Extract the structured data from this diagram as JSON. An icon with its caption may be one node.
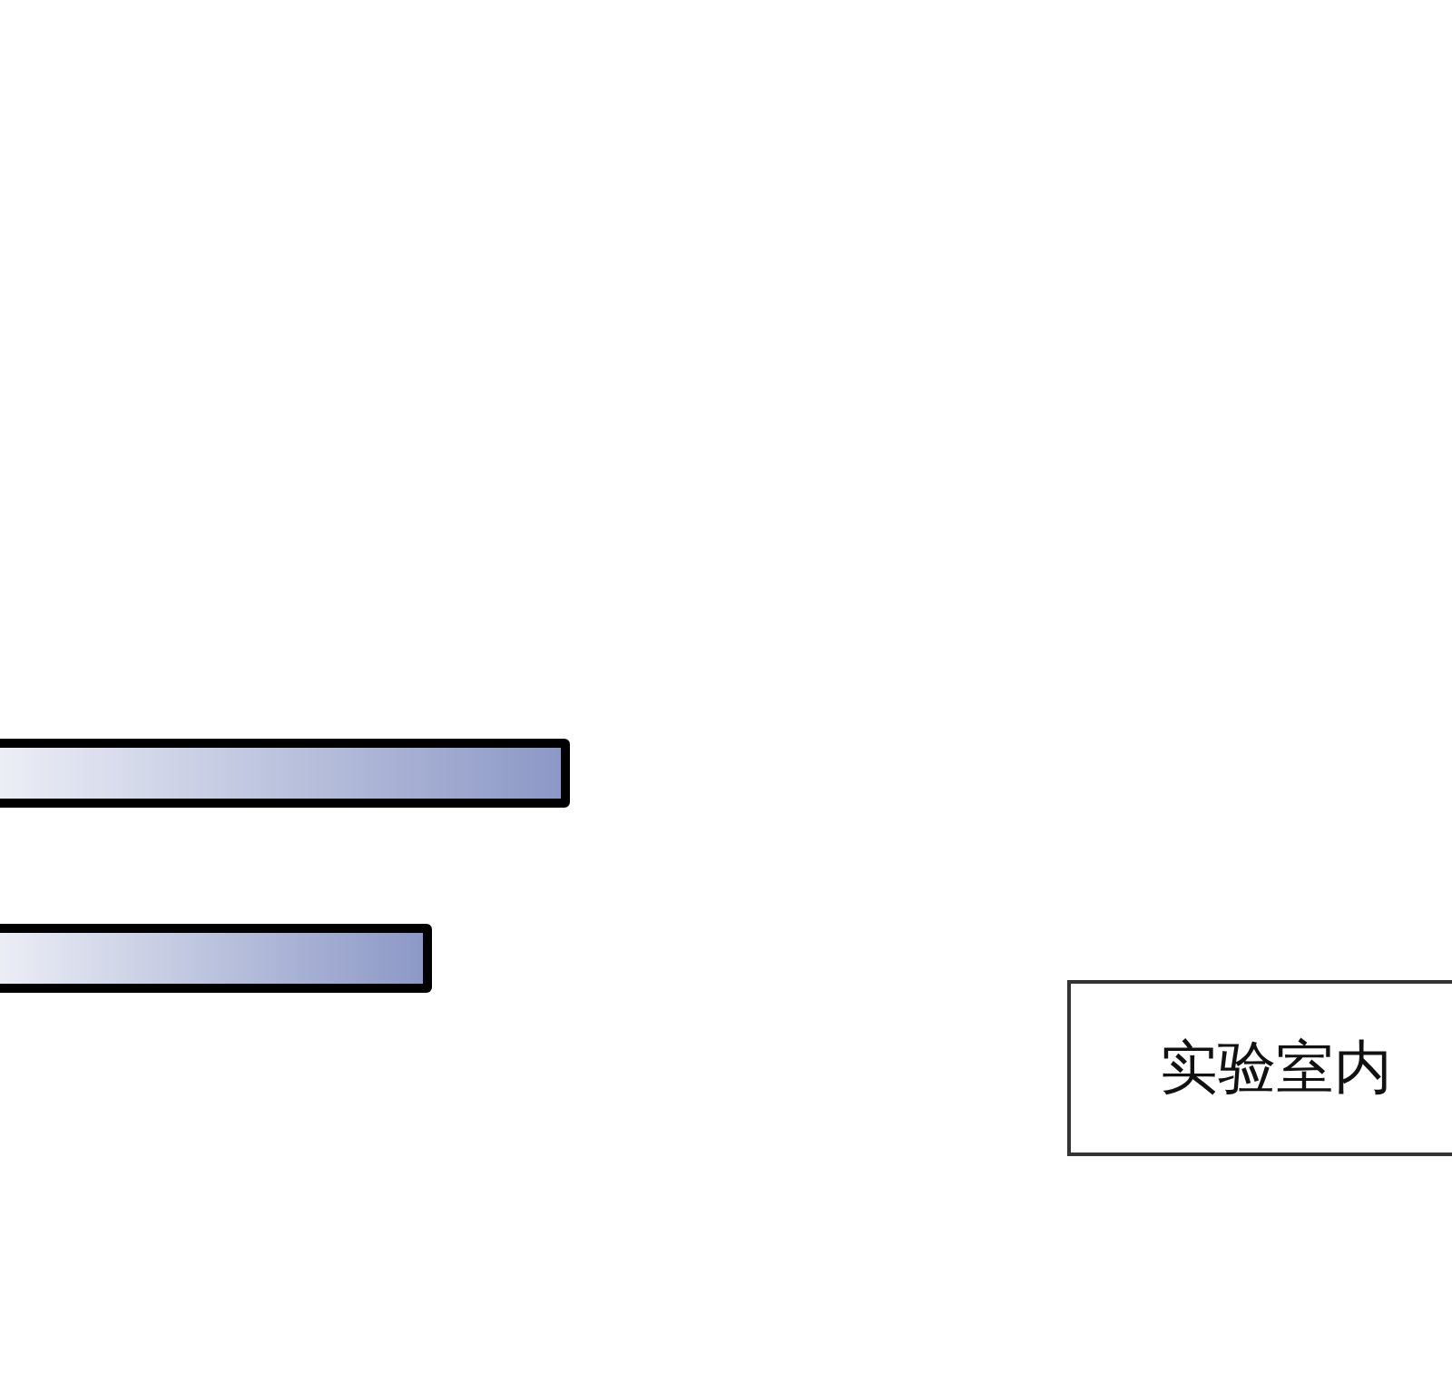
{
  "diagram": {
    "nodes": [
      {
        "text": [],
        "shape": "bar"
      },
      {
        "text": [],
        "shape": "bar"
      },
      {
        "text": [
          "实验室内"
        ]
      }
    ]
  }
}
